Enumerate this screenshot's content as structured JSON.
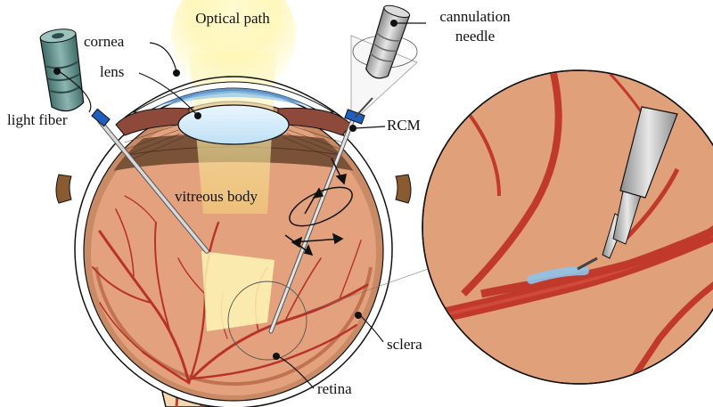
{
  "labels": {
    "optical_path": "Optical path",
    "cornea": "cornea",
    "lens": "lens",
    "light_fiber": "light fiber",
    "cannulation_needle_1": "cannulation",
    "cannulation_needle_2": "needle",
    "rcm": "RCM",
    "vitreous_body": "vitreous body",
    "sclera": "sclera",
    "retina": "retina"
  },
  "colors": {
    "sclera": "#ffffff",
    "choroid": "#c98a66",
    "vitreous": "#e3a27d",
    "iris": "#8d4a3a",
    "ciliary": "#7a5238",
    "cornea_blue": "#4a86c8",
    "vessel": "#c0392b",
    "light": "#fff3a0",
    "instrument": "#c9c9c9",
    "fiber_handle": "#5b8a86",
    "rcm_blue": "#1f5fbf"
  }
}
